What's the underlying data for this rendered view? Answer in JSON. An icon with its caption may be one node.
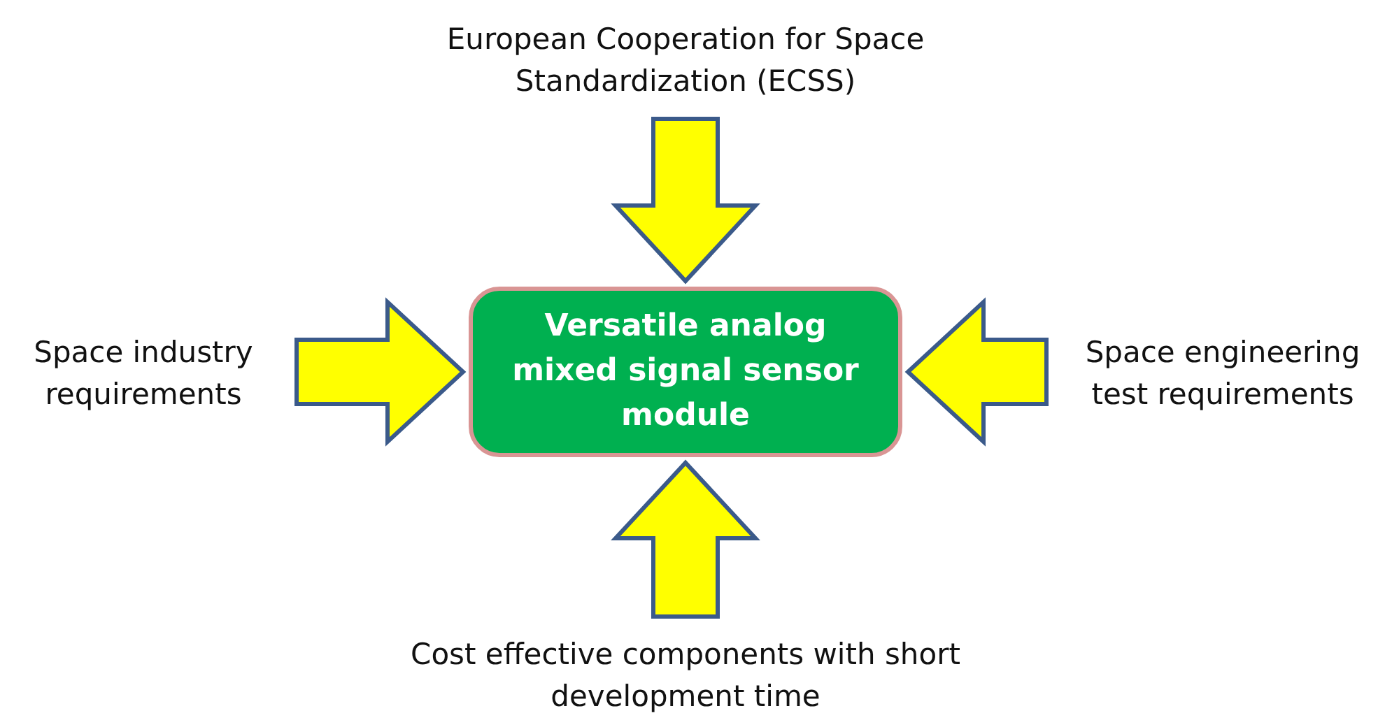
{
  "diagram": {
    "nodes": [
      {
        "text": [
          "European Cooperation for Space Standardization (ECSS)"
        ]
      },
      {
        "text": [
          "Space industry requirements"
        ]
      },
      {
        "text": [
          "Versatile analog mixed signal sensor module"
        ]
      },
      {
        "text": [
          "Space engineering test requirements"
        ]
      },
      {
        "text": [
          "Cost effective components with short development time"
        ]
      }
    ],
    "edges": [
      {
        "from": 0,
        "to": 2,
        "arrow": "to",
        "style": "thick"
      },
      {
        "from": 1,
        "to": 2,
        "arrow": "to",
        "style": "thick"
      },
      {
        "from": 3,
        "to": 2,
        "arrow": "to",
        "style": "thick"
      },
      {
        "from": 4,
        "to": 2,
        "arrow": "to",
        "style": "thick"
      }
    ]
  }
}
